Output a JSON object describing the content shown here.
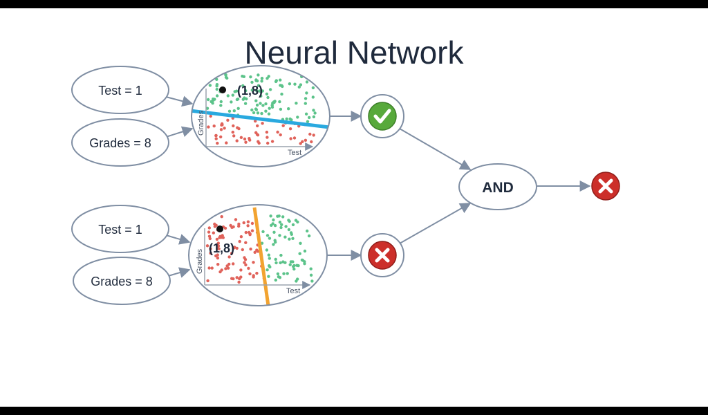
{
  "title": "Neural Network",
  "top": {
    "inputs": [
      "Test = 1",
      "Grades = 8"
    ],
    "point_label": "(1,8)",
    "x_axis": "Test",
    "y_axis": "Grades",
    "result": "check"
  },
  "bottom": {
    "inputs": [
      "Test = 1",
      "Grades = 8"
    ],
    "point_label": "(1,8)",
    "x_axis": "Test",
    "y_axis": "Grades",
    "result": "cross"
  },
  "and_label": "AND",
  "final_result": "cross",
  "colors": {
    "pass_points": "#5cc38a",
    "fail_points": "#e0625a",
    "top_line": "#29a9df",
    "bottom_line": "#f2a330",
    "check_bg": "#57a93b",
    "cross_bg": "#cc2f2a",
    "edge": "#7f8ea3"
  }
}
